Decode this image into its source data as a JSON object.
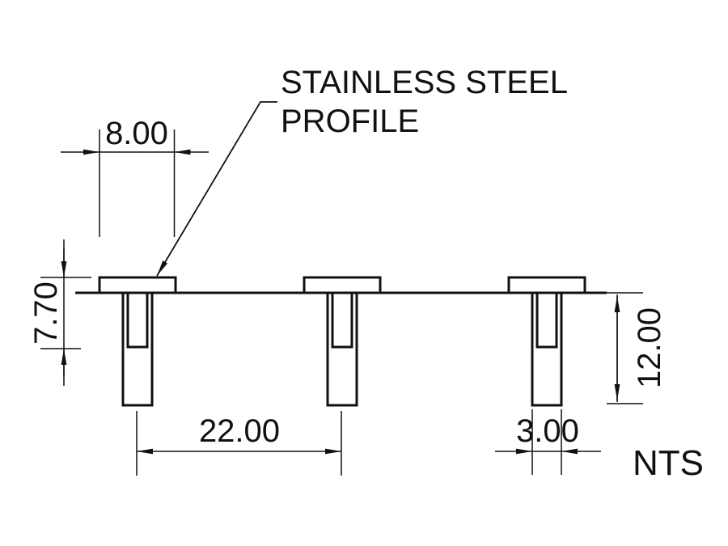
{
  "drawing": {
    "title_callout": {
      "line1": "STAINLESS STEEL",
      "line2": "PROFILE"
    },
    "dimensions": {
      "flange_width": "8.00",
      "groove_depth": "7.70",
      "profile_spacing": "22.00",
      "stem_width": "3.00",
      "overall_depth": "12.00"
    },
    "scale_note": "NTS",
    "colors": {
      "line": "#111111",
      "background": "#ffffff"
    }
  }
}
